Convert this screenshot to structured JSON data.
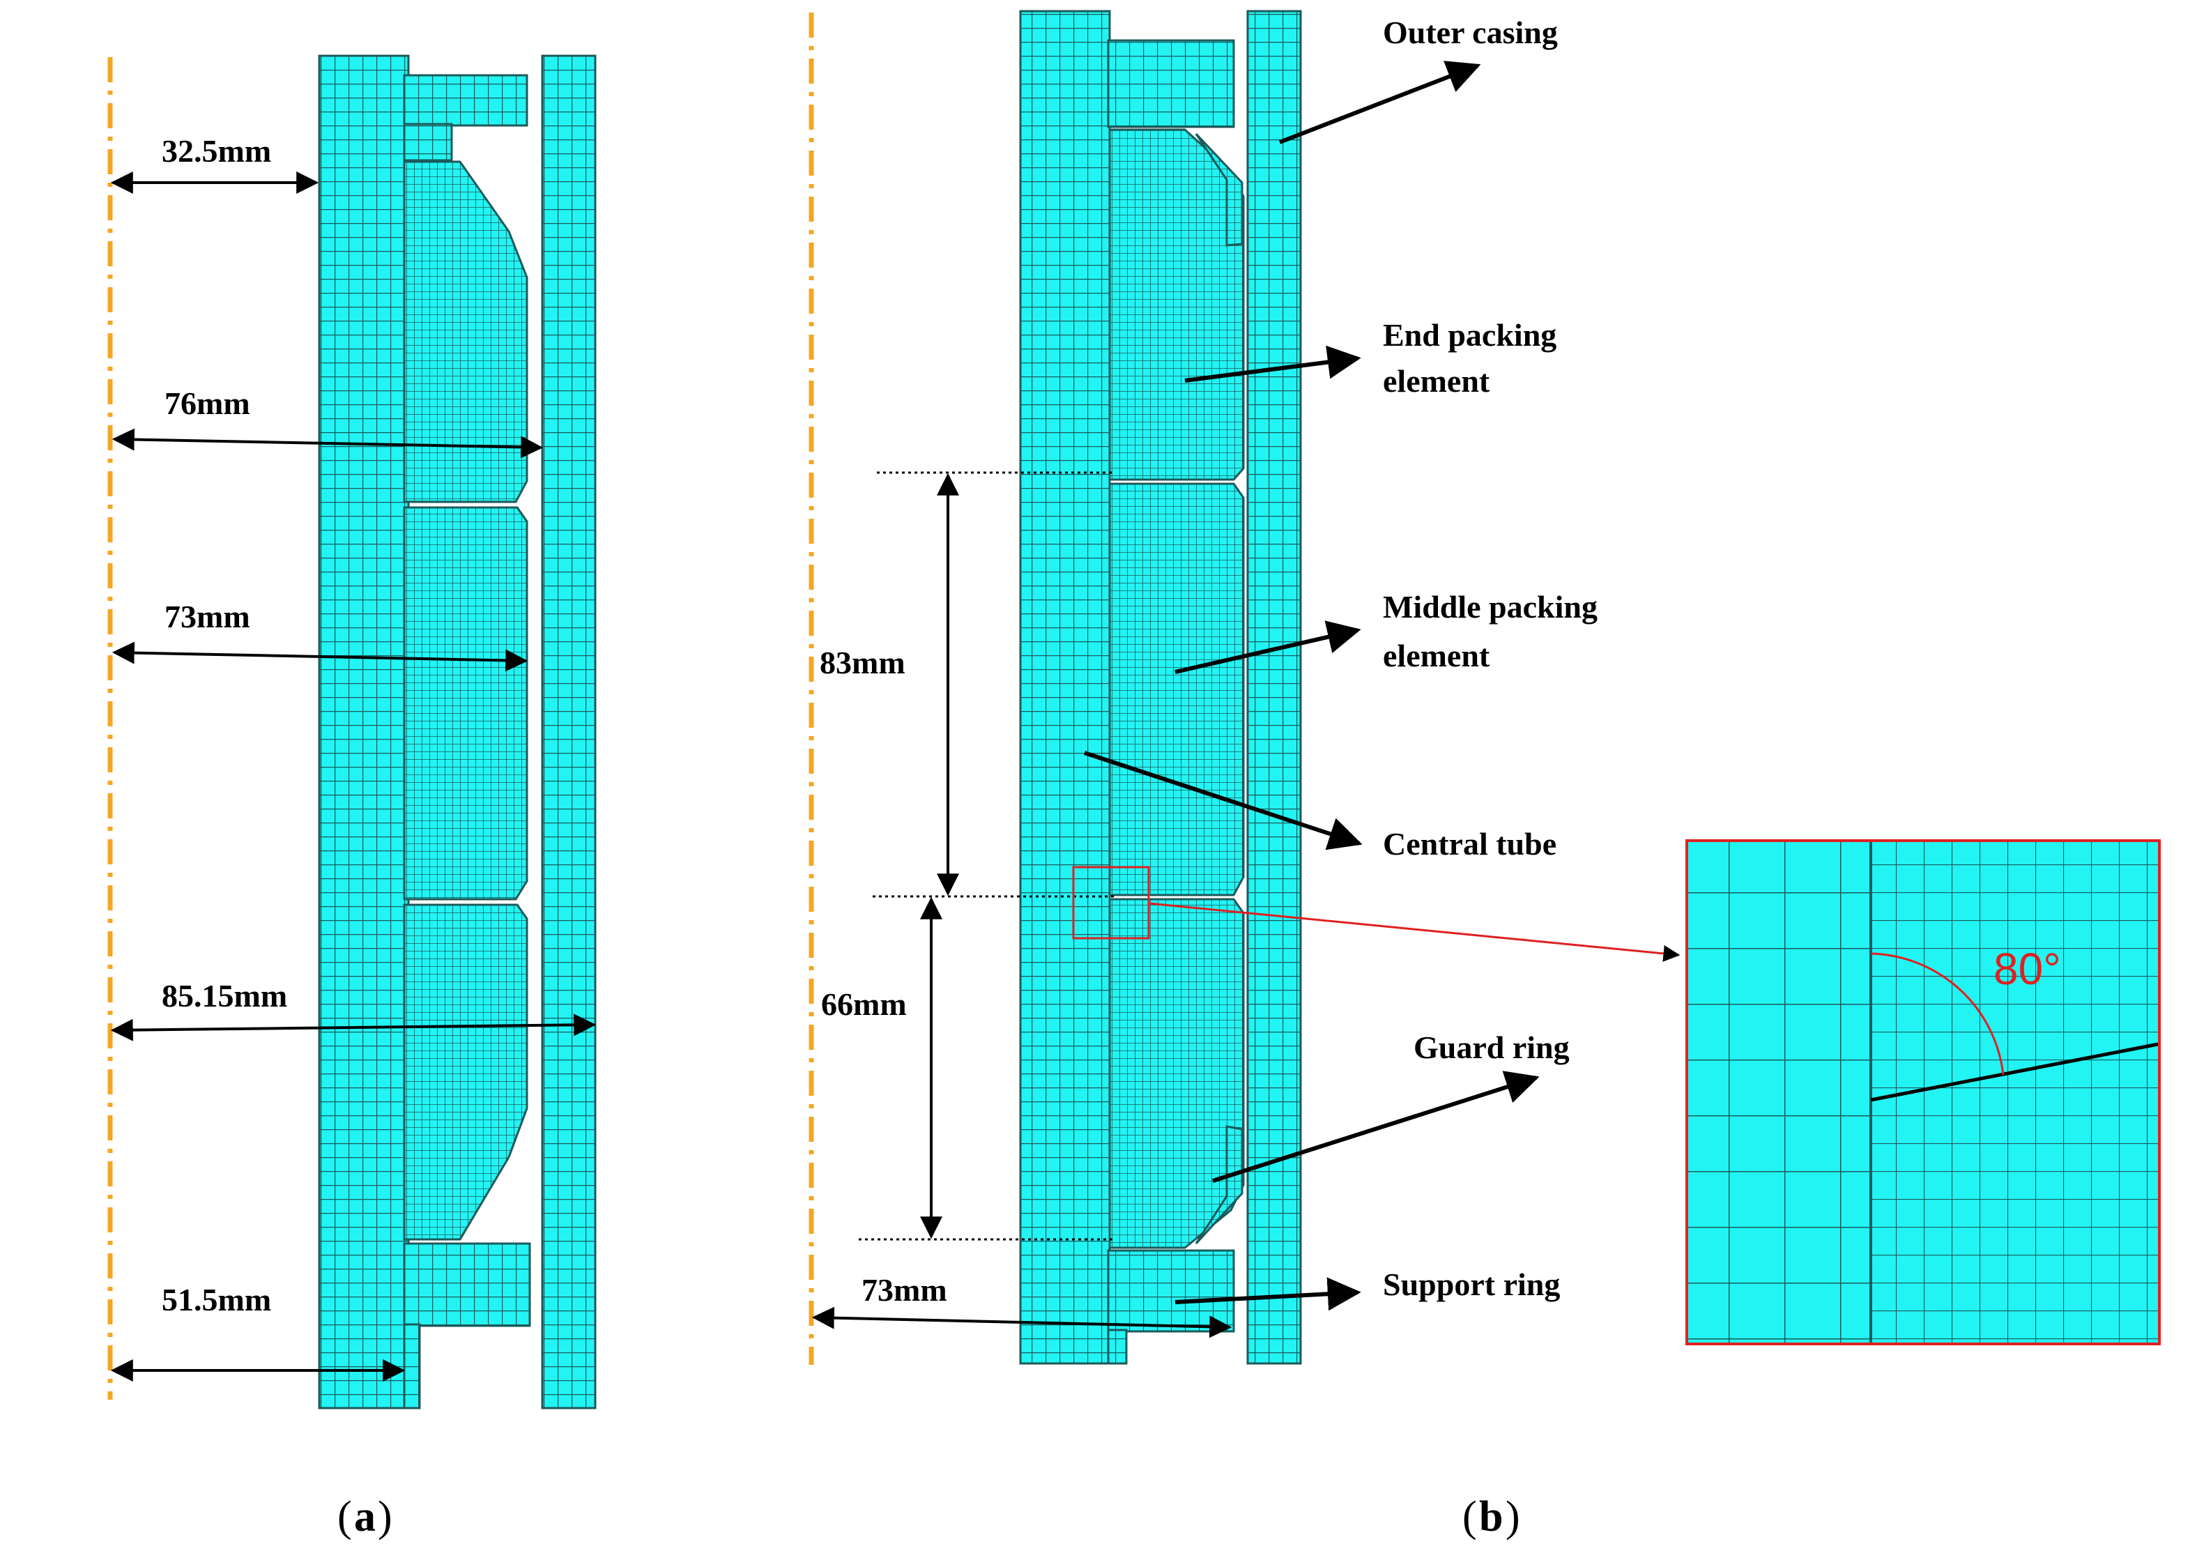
{
  "colors": {
    "mesh_fill": "#22f4f4",
    "mesh_line": "#1c5a5a",
    "axis_line": "#f5a623",
    "zoom_frame": "#e02020",
    "text": "#000000"
  },
  "panel_a": {
    "caption_letter": "a",
    "dimensions": {
      "d1": "32.5mm",
      "d2": "76mm",
      "d3": "73mm",
      "d4": "85.15mm",
      "d5": "51.5mm"
    }
  },
  "panel_b": {
    "caption_letter": "b",
    "dimensions": {
      "h1": "83mm",
      "h2": "66mm",
      "r1": "73mm"
    },
    "labels": {
      "outer_casing": "Outer casing",
      "end_packing_line1": "End packing",
      "end_packing_line2": "element",
      "middle_packing_line1": "Middle packing",
      "middle_packing_line2": "element",
      "central_tube": "Central tube",
      "guard_ring": "Guard ring",
      "support_ring": "Support ring"
    },
    "zoom_angle": "80°"
  }
}
